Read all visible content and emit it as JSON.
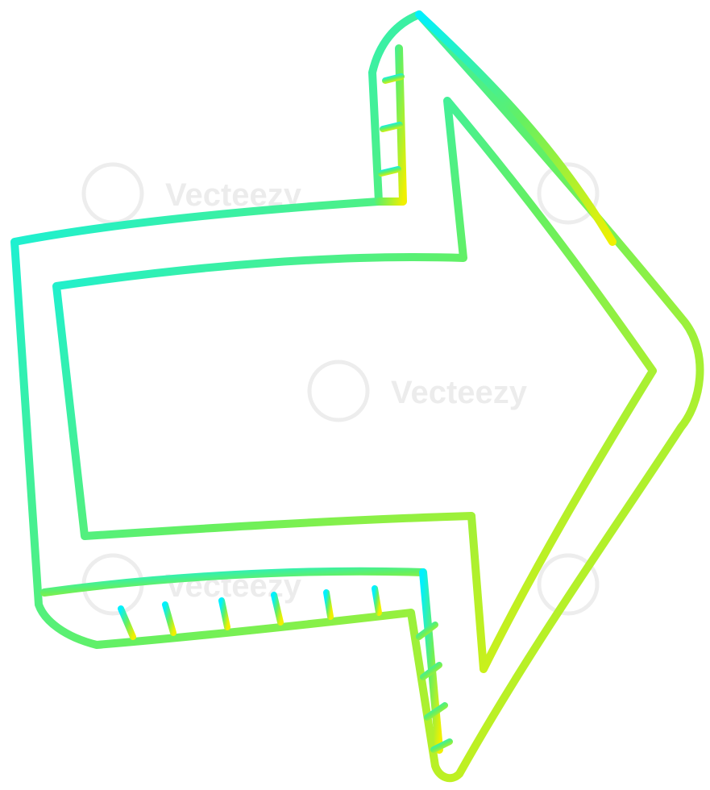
{
  "illustration": {
    "subject": "arrow-pointing-right",
    "style": "cartoon line art",
    "gradient": {
      "start": "#00f0ff",
      "mid": "#66f060",
      "end": "#f0f000"
    },
    "background": "#ffffff"
  },
  "watermark": {
    "text": "Vecteezy"
  }
}
